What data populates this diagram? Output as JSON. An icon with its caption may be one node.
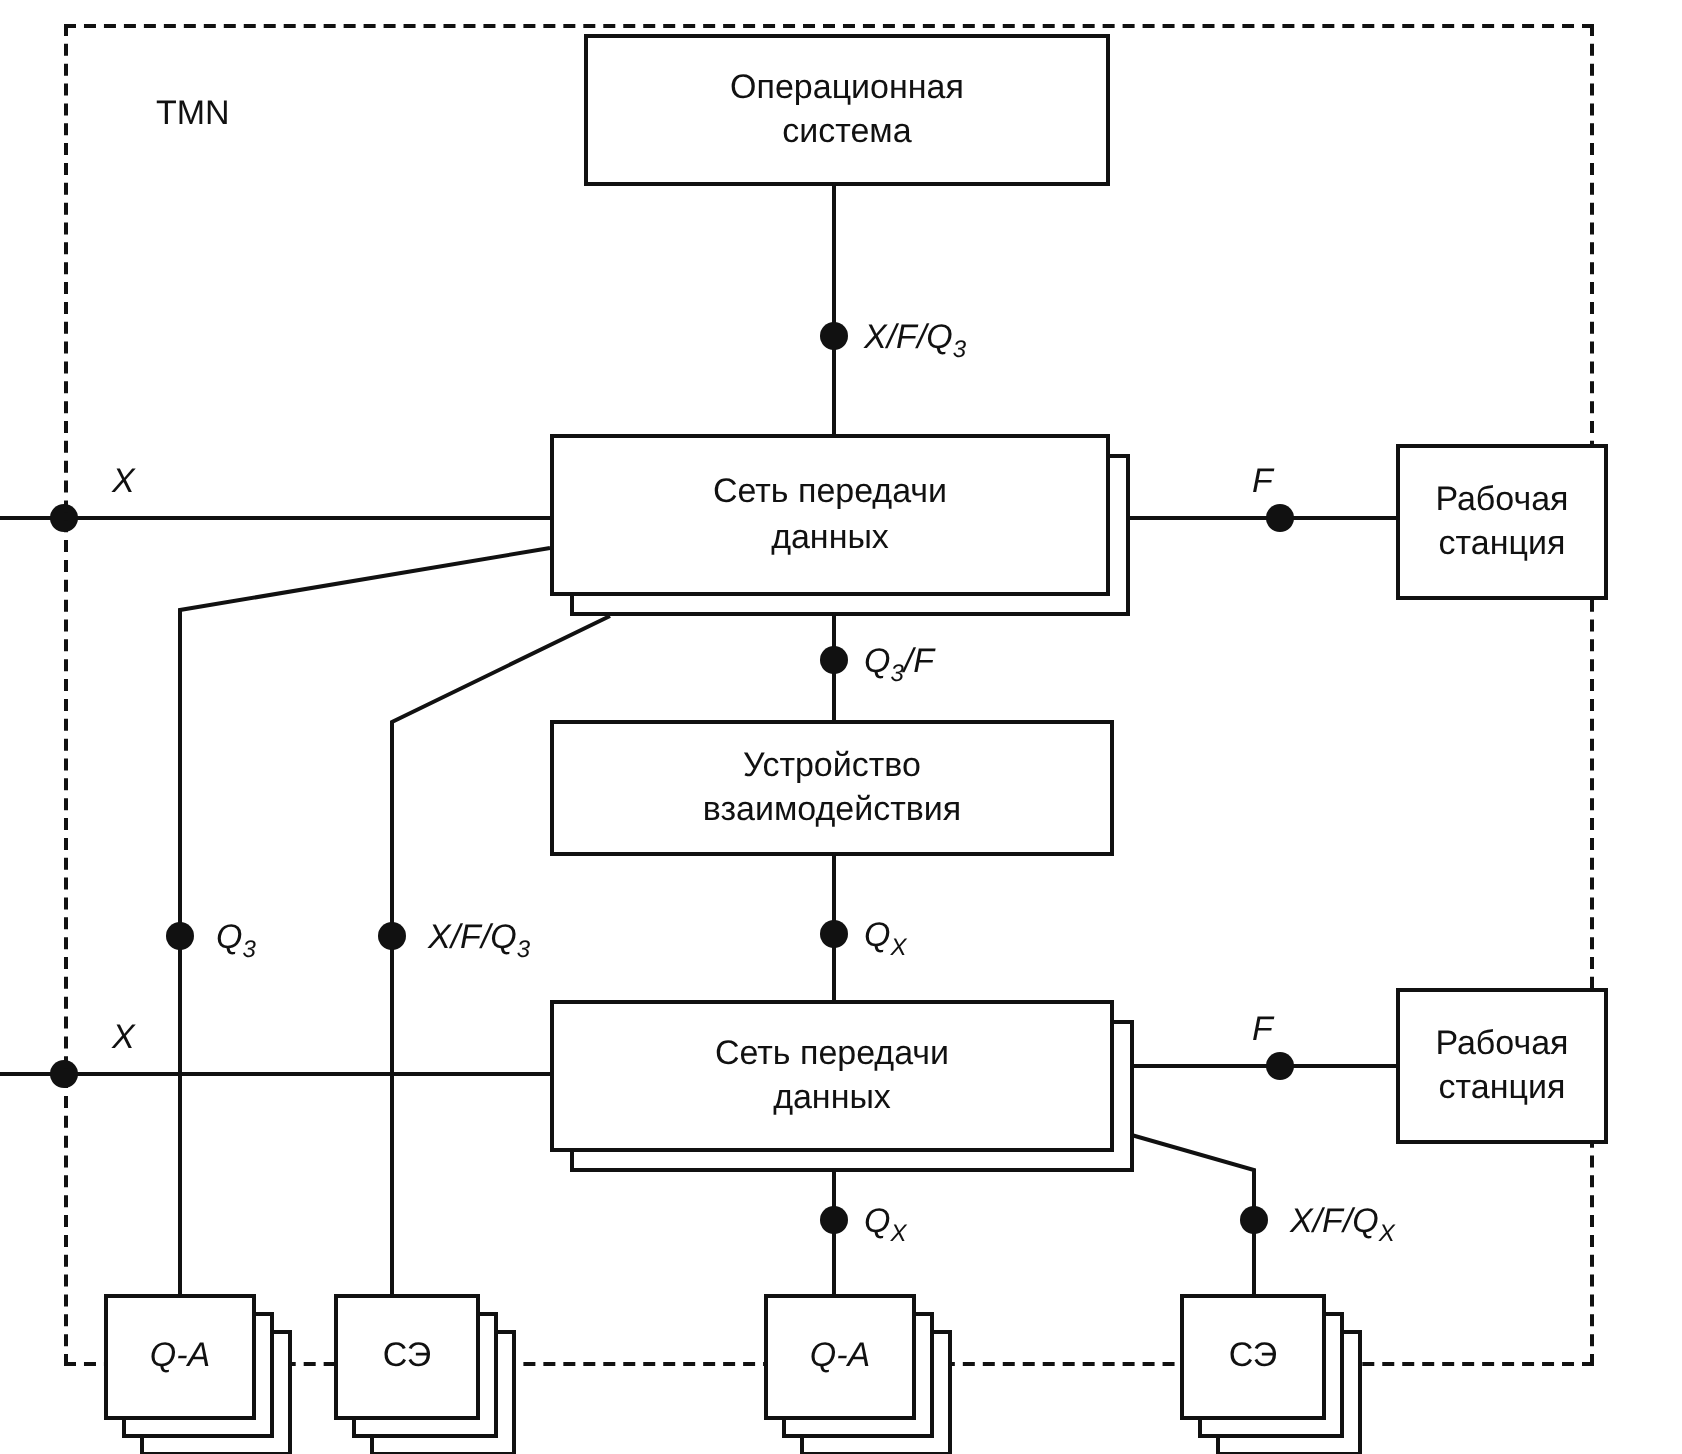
{
  "diagram": {
    "nodes": [
      {
        "text": [
          "TMN"
        ]
      },
      {
        "text": [
          "Операционная система"
        ],
        "in": 0
      },
      {
        "text": [
          "Сеть передачи данных"
        ],
        "in": 0
      },
      {
        "text": [
          "Рабочая станция"
        ]
      },
      {
        "text": [
          "Устройство взаимодействия"
        ],
        "in": 0
      },
      {
        "text": [
          "Сеть передачи данных"
        ],
        "in": 0
      },
      {
        "text": [
          "Рабочая станция"
        ]
      },
      {
        "text": [
          "Q-A"
        ]
      },
      {
        "text": [
          "СЭ"
        ]
      },
      {
        "text": [
          "Q-A"
        ]
      },
      {
        "text": [
          "СЭ"
        ]
      }
    ],
    "edges": [
      {
        "from": 1,
        "to": 2,
        "arrow": "none",
        "label": "X/F/Q$_{3}$"
      },
      {
        "from": null,
        "to": 2,
        "arrow": "none",
        "label": "X"
      },
      {
        "from": 2,
        "to": 3,
        "arrow": "none",
        "label": "F"
      },
      {
        "from": 2,
        "to": 7,
        "arrow": "none",
        "label": "Q$_{3}$"
      },
      {
        "from": 2,
        "to": 8,
        "arrow": "none",
        "label": "X/F/Q$_{3}$"
      },
      {
        "from": 2,
        "to": 4,
        "arrow": "none",
        "label": "Q$_{3}$/F"
      },
      {
        "from": 4,
        "to": 5,
        "arrow": "none",
        "label": "Q$_{X}$"
      },
      {
        "from": null,
        "to": 5,
        "arrow": "none",
        "label": "X"
      },
      {
        "from": 5,
        "to": 6,
        "arrow": "none",
        "label": "F"
      },
      {
        "from": 5,
        "to": 9,
        "arrow": "none",
        "label": "Q$_{X}$"
      },
      {
        "from": 5,
        "to": 10,
        "arrow": "none",
        "label": "X/F/Q$_{X}$"
      }
    ]
  }
}
